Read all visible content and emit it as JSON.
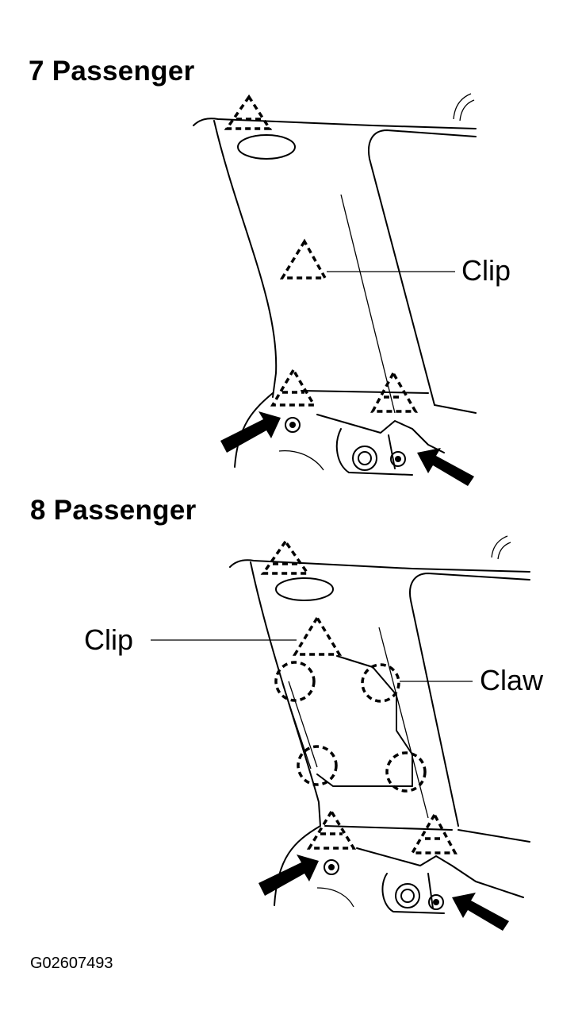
{
  "panels": [
    {
      "title": "7 Passenger",
      "callouts": {
        "clip": "Clip"
      }
    },
    {
      "title": "8 Passenger",
      "callouts": {
        "clip": "Clip",
        "claw": "Claw"
      }
    }
  ],
  "figure_id": "G02607493"
}
